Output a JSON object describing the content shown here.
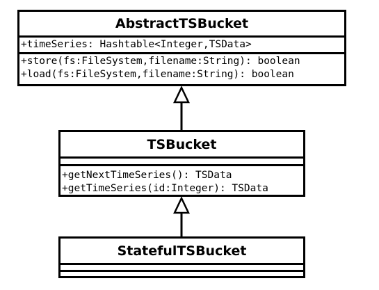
{
  "diagram": {
    "classes": [
      {
        "name": "AbstractTSBucket",
        "attributes": [
          "+timeSeries: Hashtable<Integer,TSData>"
        ],
        "operations": [
          "+store(fs:FileSystem,filename:String): boolean",
          "+load(fs:FileSystem,filename:String): boolean"
        ]
      },
      {
        "name": "TSBucket",
        "attributes": [],
        "operations": [
          "+getNextTimeSeries(): TSData",
          "+getTimeSeries(id:Integer): TSData"
        ]
      },
      {
        "name": "StatefulTSBucket",
        "attributes": [],
        "operations": []
      }
    ],
    "relations": [
      {
        "type": "generalization",
        "from": "TSBucket",
        "to": "AbstractTSBucket"
      },
      {
        "type": "generalization",
        "from": "StatefulTSBucket",
        "to": "TSBucket"
      }
    ],
    "colors": {
      "line": "#000000",
      "fill": "#ffffff"
    }
  }
}
